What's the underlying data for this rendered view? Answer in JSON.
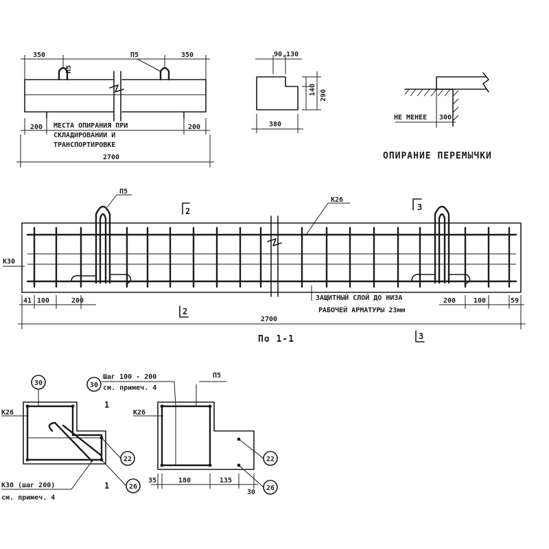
{
  "elevation_top": {
    "dim_left": "350",
    "dim_right": "350",
    "loop_label": "П5",
    "support_left": "200",
    "support_right": "200",
    "support_note": [
      "МЕСТА ОПИРАНИЯ ПРИ",
      "СКЛАДИРОВАНИИ И",
      "ТРАНСПОРТИРОВКЕ"
    ],
    "total_length": "2700"
  },
  "section_top": {
    "dim_top": "90,130",
    "dim_side1": "140",
    "dim_side2": "290",
    "dim_bottom": "380"
  },
  "support_detail": {
    "note": "НЕ МЕНЕЕ",
    "value": "300",
    "title": "ОПИРАНИЕ ПЕРЕМЫЧКИ"
  },
  "reinforcement": {
    "loop_label": "П5",
    "cage_right": "К26",
    "cage_left": "К30",
    "cut_top_left": "2",
    "cut_top_right": "3",
    "cut_bottom_left": "2",
    "cut_bottom_right": "3",
    "dims_left": [
      "41",
      "100",
      "200"
    ],
    "dims_right": [
      "200",
      "100",
      "59"
    ],
    "cover_note": [
      "ЗАЩИТНЫЙ СЛОЙ ДО НИЗА",
      "РАБОЧЕЙ АРМАТУРЫ 23мм"
    ],
    "total_length": "2700",
    "section_caption": "По 1-1"
  },
  "bottom_sections": {
    "left_callout_30": "30",
    "left_cage": "К26",
    "left_callout_22": "22",
    "left_callout_26": "26",
    "left_note": [
      "К30 (шаг 200)",
      "см. примеч. 4"
    ],
    "cut_mark": "1",
    "mid_callout_30": "30",
    "mid_note": [
      "Шаг 100 - 200",
      "см. примеч. 4"
    ],
    "right_loop": "П5",
    "right_cage": "К26",
    "right_callout_22": "22",
    "right_callout_26": "26",
    "right_dims": [
      "35",
      "180",
      "135",
      "30"
    ]
  }
}
